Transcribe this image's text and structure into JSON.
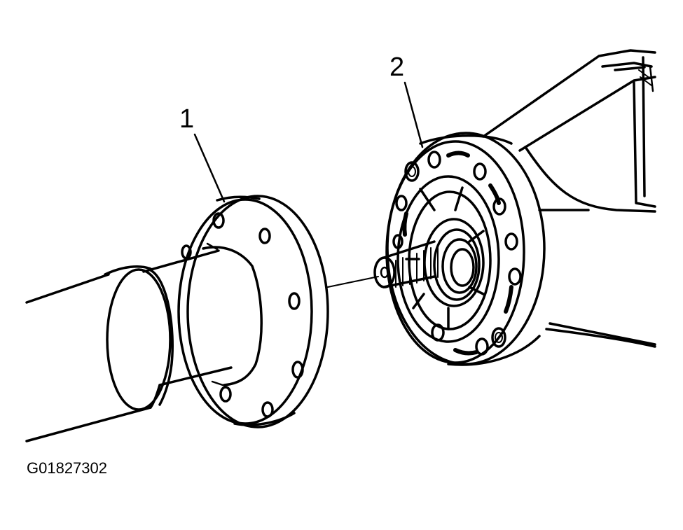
{
  "callouts": {
    "one": "1",
    "two": "2"
  },
  "figure_id": "G01827302",
  "colors": {
    "line": "#000000",
    "background": "#ffffff"
  }
}
